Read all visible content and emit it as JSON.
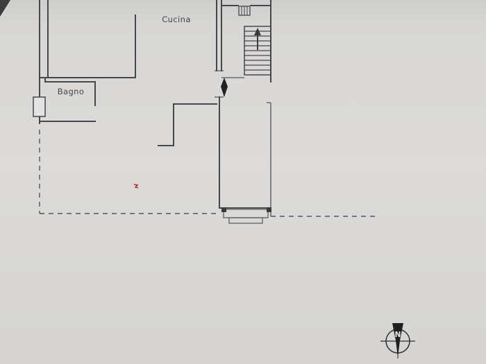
{
  "document": {
    "type": "scanned floor plan photo",
    "background_color": "#d8d7d5",
    "ink_color": "#45444a",
    "annotation_color": "#a3342f"
  },
  "rooms": {
    "kitchen": {
      "label": "Cucina"
    },
    "bathroom": {
      "label": "Bagno"
    }
  },
  "compass": {
    "north_label": "N"
  }
}
